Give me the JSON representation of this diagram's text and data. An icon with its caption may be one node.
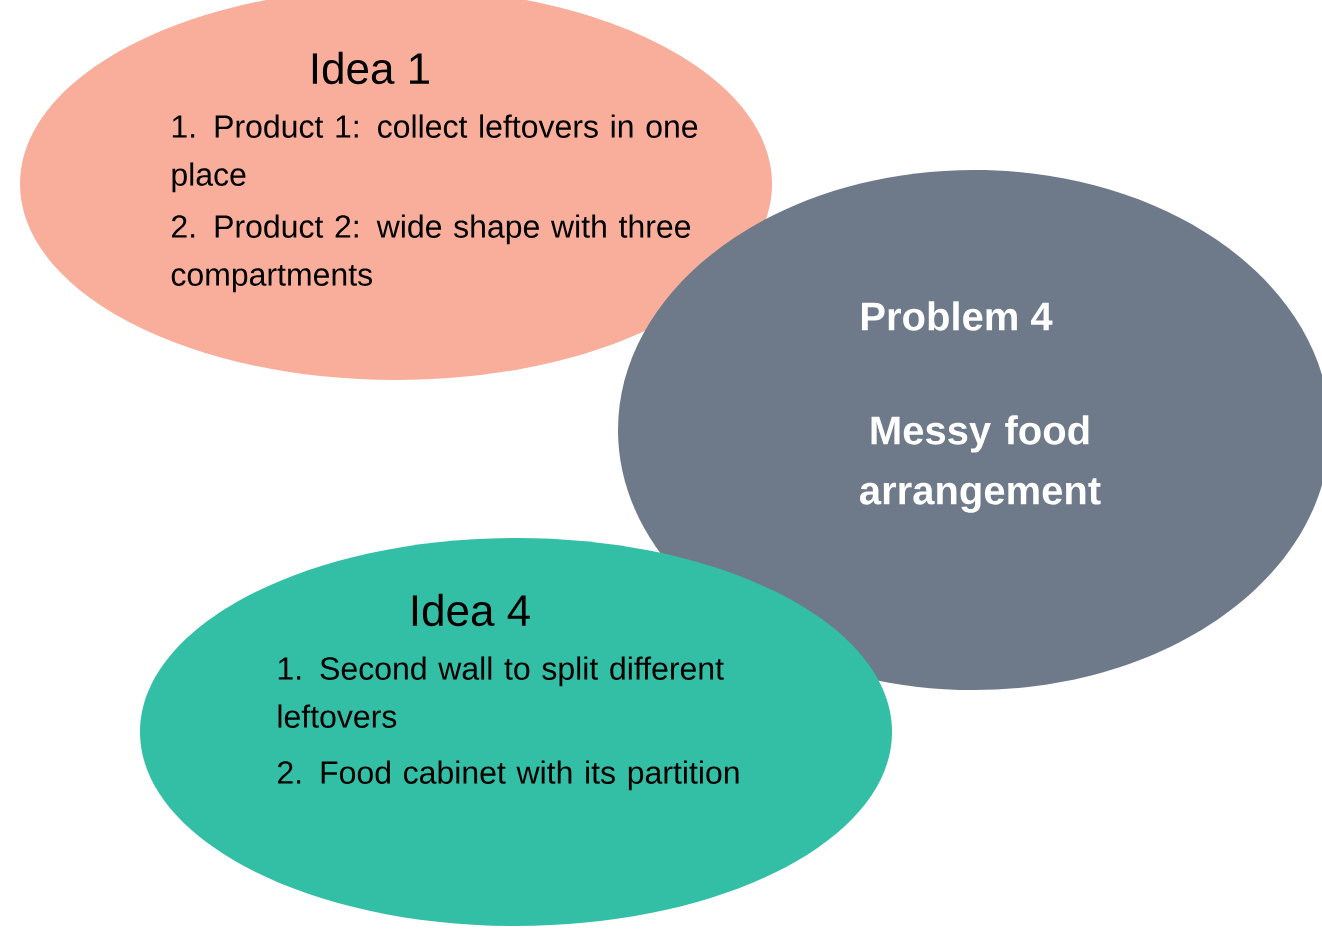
{
  "diagram": {
    "nodes": [
      {
        "text": [
          "Idea 1",
          "1. Product 1: collect leftovers in one place",
          "2. Product 2: wide shape with three compartments"
        ]
      },
      {
        "text": [
          "Problem 4",
          "Messy food arrangement"
        ]
      },
      {
        "text": [
          "Idea 4",
          "1. Second wall to split different leftovers",
          "2. Food cabinet with its partition"
        ]
      }
    ]
  }
}
